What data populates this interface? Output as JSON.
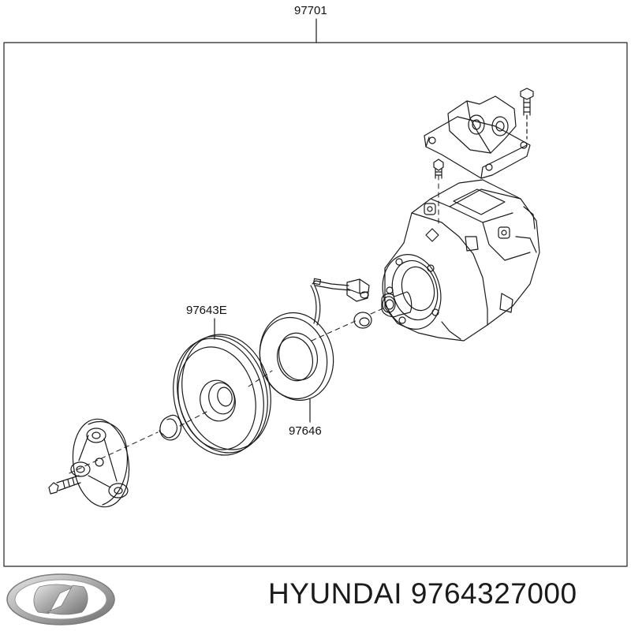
{
  "labels": {
    "assembly": "97701",
    "pulley": "97643E",
    "field_coil": "97646"
  },
  "footer": {
    "brand": "HYUNDAI",
    "part_number": "9764327000"
  },
  "colors": {
    "line": "#1a1a1a",
    "frame": "#222222",
    "logo_silver": "#b8b8b8"
  }
}
